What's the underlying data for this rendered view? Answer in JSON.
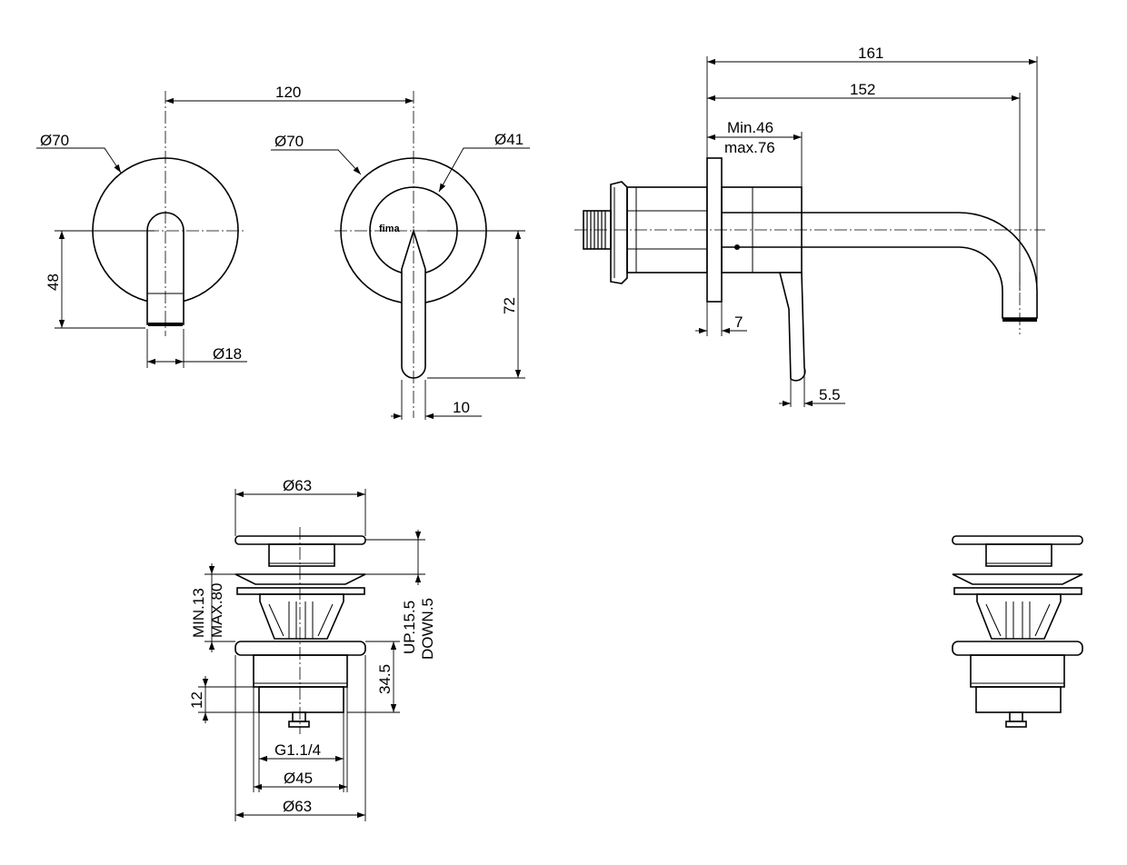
{
  "front_view_handle": {
    "diam_plate": "Ø70",
    "height_48": "48",
    "diam_18": "Ø18",
    "spacing_120": "120"
  },
  "front_view_plate": {
    "diam_plate": "Ø70",
    "diam_41": "Ø41",
    "brand": "fima",
    "height_72": "72",
    "width_10": "10"
  },
  "side_view": {
    "dim_161": "161",
    "dim_152": "152",
    "min_46": "Min.46",
    "max_76": "max.76",
    "dim_7": "7",
    "dim_5_5": "5.5"
  },
  "waste_view": {
    "diam_63_top": "Ø63",
    "min_13": "MIN.13",
    "max_80": "MAX.80",
    "up_15_5": "UP.15.5",
    "down_5": "DOWN.5",
    "dim_34_5": "34.5",
    "dim_12": "12",
    "thread": "G1.1/4",
    "diam_45": "Ø45",
    "diam_63_bottom": "Ø63"
  }
}
